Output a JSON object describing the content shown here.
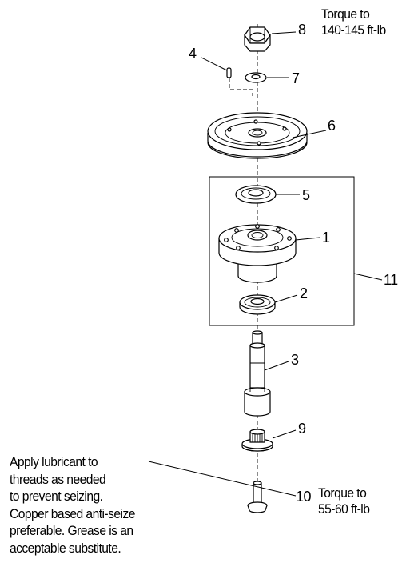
{
  "notes": {
    "torque_top_line1": "Torque to",
    "torque_top_line2": "140-145 ft-lb",
    "torque_bottom_line1": "Torque to",
    "torque_bottom_line2": "55-60 ft-lb",
    "lubricant_lines": [
      "Apply lubricant to",
      "threads as needed",
      "to prevent seizing.",
      "Copper based anti-seize",
      "preferable. Grease is an",
      "acceptable substitute."
    ]
  },
  "parts": {
    "p1": "1",
    "p2": "2",
    "p3": "3",
    "p4": "4",
    "p5": "5",
    "p6": "6",
    "p7": "7",
    "p8": "8",
    "p9": "9",
    "p10": "10",
    "p11": "11"
  }
}
